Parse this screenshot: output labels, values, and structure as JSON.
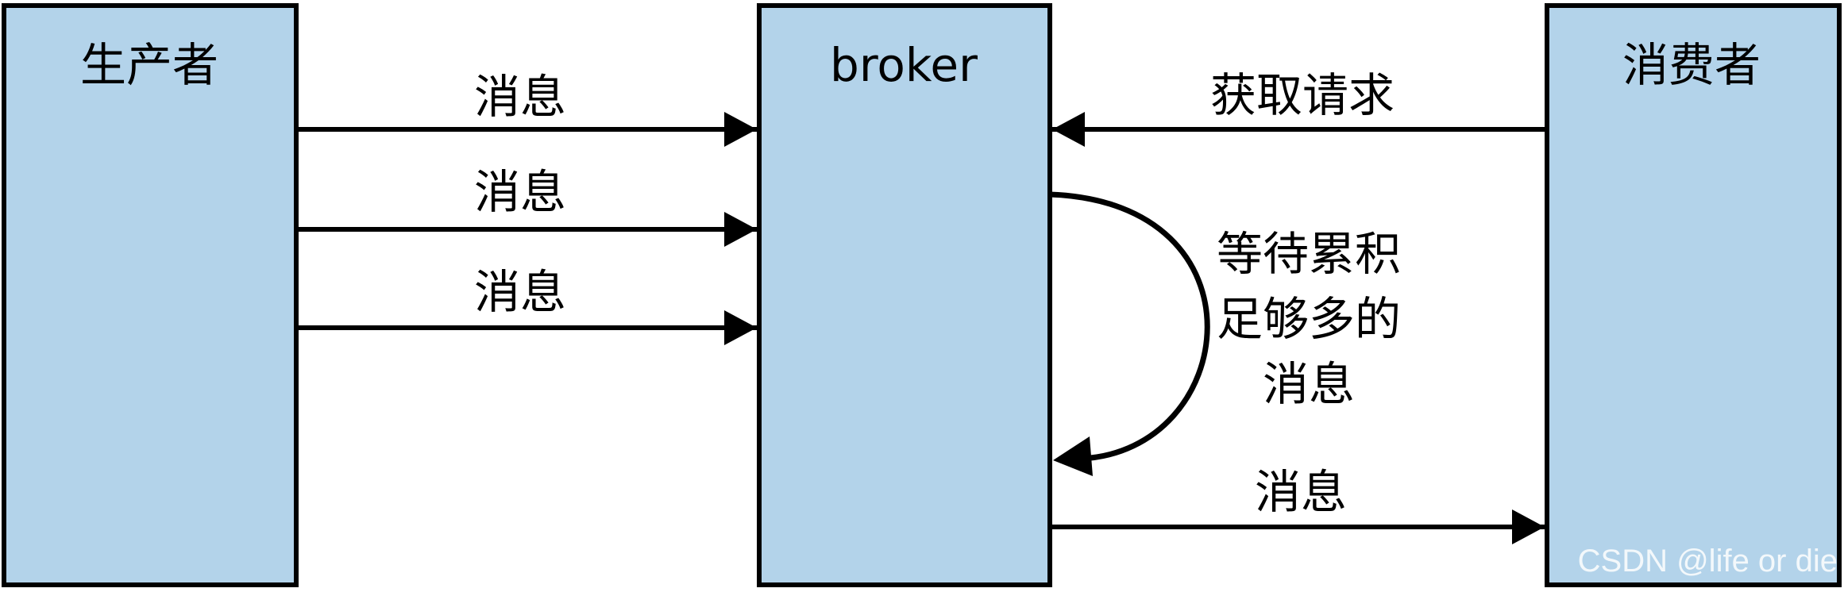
{
  "boxes": {
    "producer": "生产者",
    "broker": "broker",
    "consumer": "消费者"
  },
  "arrows": {
    "producer_msg_1": "消息",
    "producer_msg_2": "消息",
    "producer_msg_3": "消息",
    "fetch_request": "获取请求",
    "wait_line_1": "等待累积",
    "wait_line_2": "足够多的",
    "wait_line_3": "消息",
    "broker_to_consumer": "消息"
  },
  "watermark": "CSDN @life or die",
  "colors": {
    "box_fill": "#b3d3ea",
    "stroke": "#000000"
  }
}
